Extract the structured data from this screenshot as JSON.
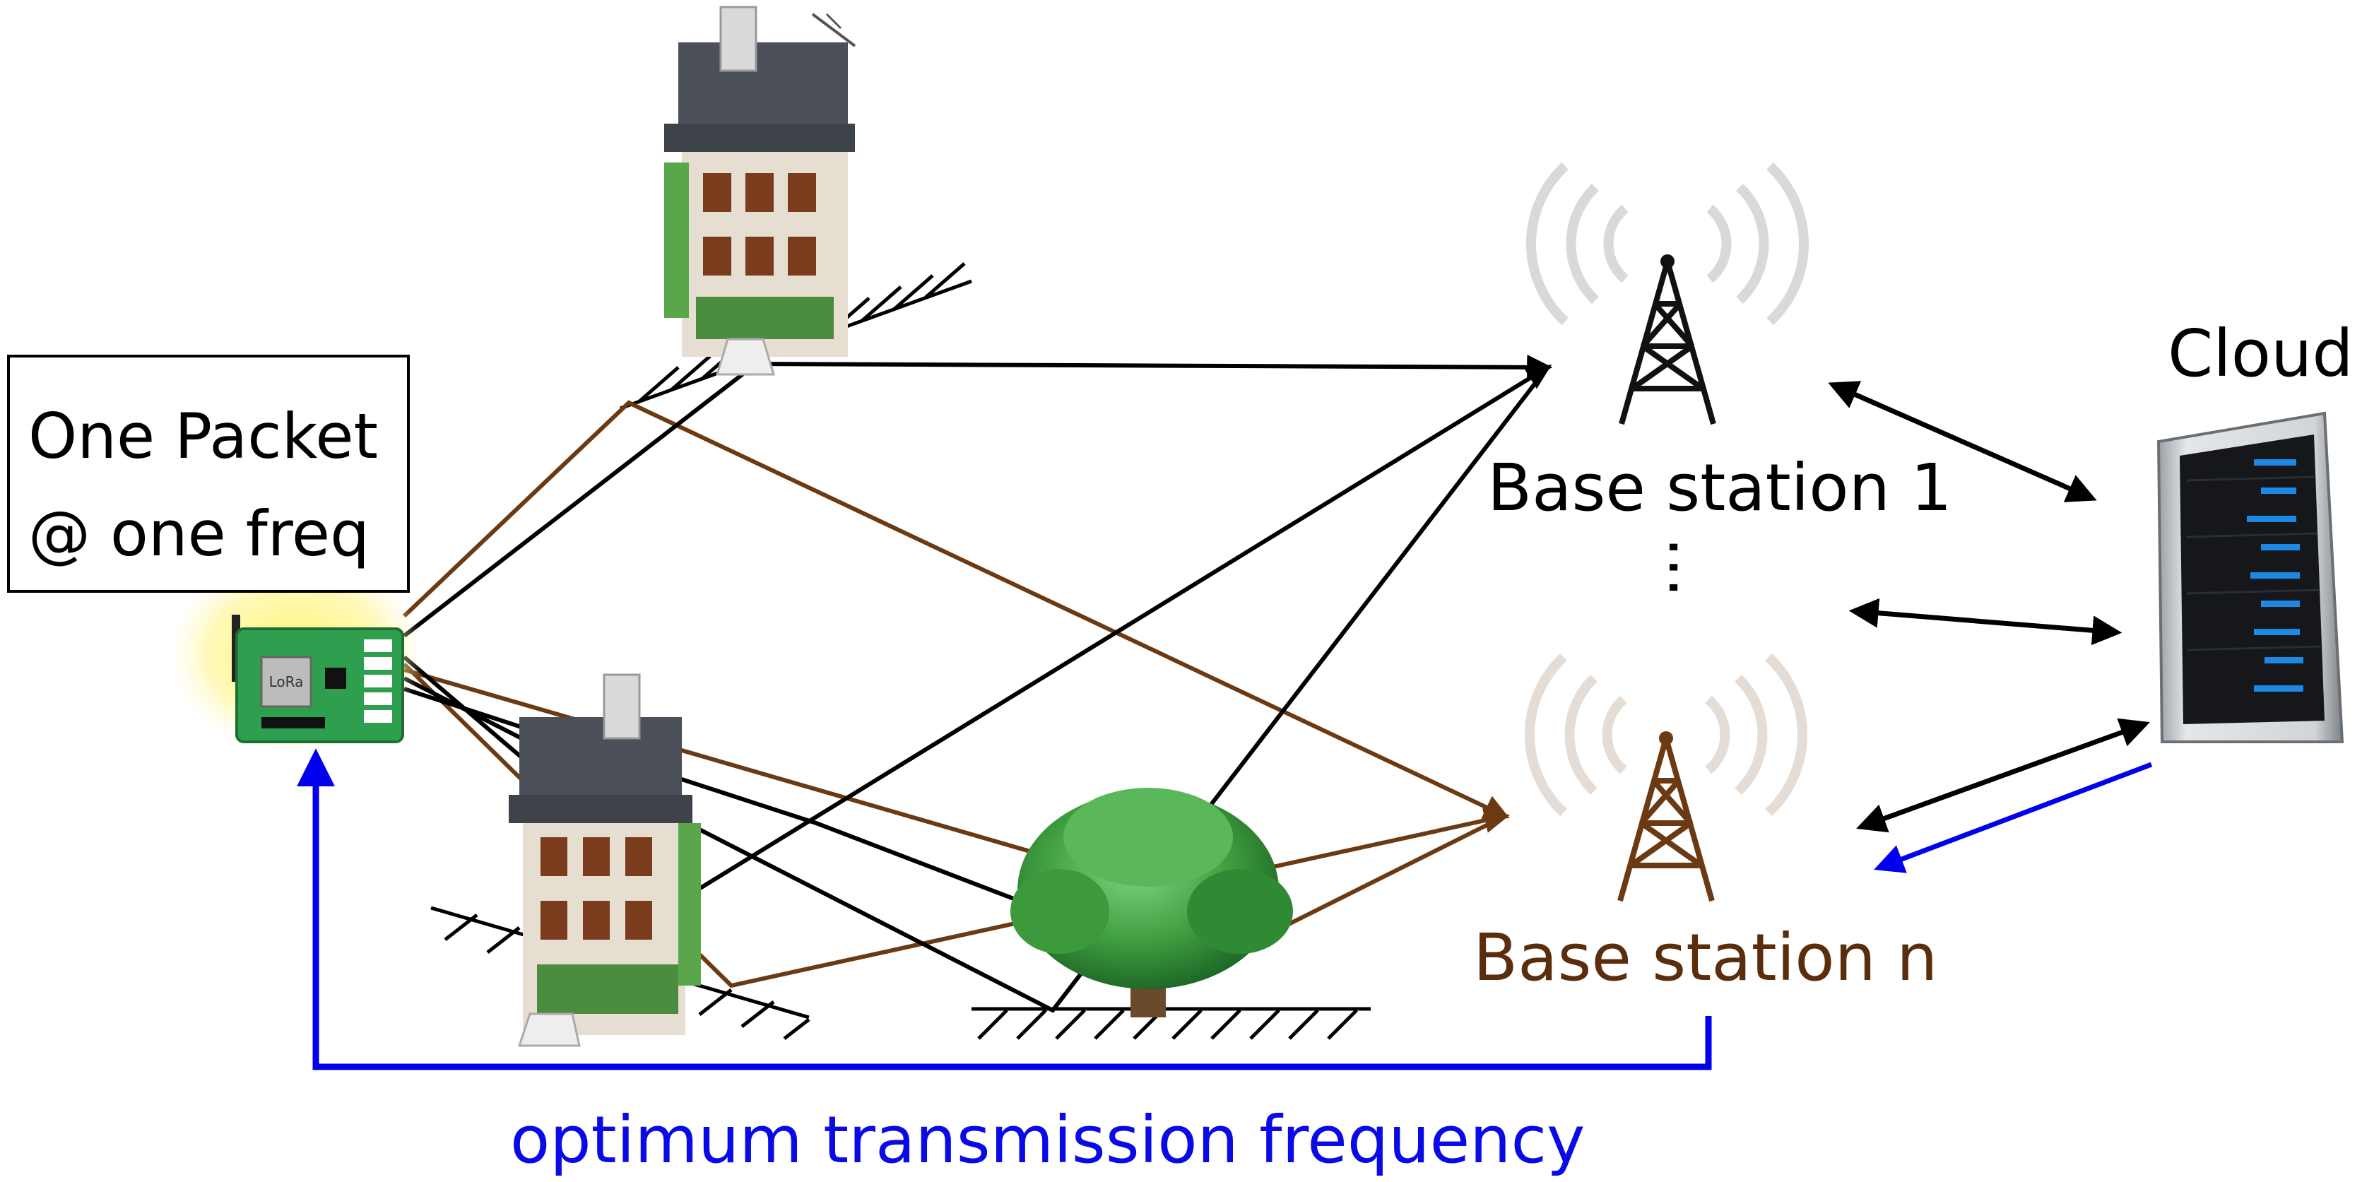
{
  "packet_box": {
    "line1": "One Packet",
    "line2": "@ one freq"
  },
  "base_station_1": {
    "label": "Base station 1"
  },
  "base_station_n": {
    "label": "Base station n"
  },
  "ellipsis": "...",
  "cloud": {
    "label": "Cloud"
  },
  "feedback": {
    "label": "optimum transmission frequency"
  },
  "device": {
    "chip_text": "LoRa"
  },
  "colors": {
    "black_path": "#000000",
    "brown_path": "#6b3a12",
    "feedback_blue": "#0000ee",
    "tree_green": "#3f9e3f",
    "building_roof": "#4a4f58",
    "server_led": "#1e88e5"
  },
  "icons": [
    "lora-device",
    "building",
    "tree",
    "radio-tower",
    "server-rack"
  ]
}
